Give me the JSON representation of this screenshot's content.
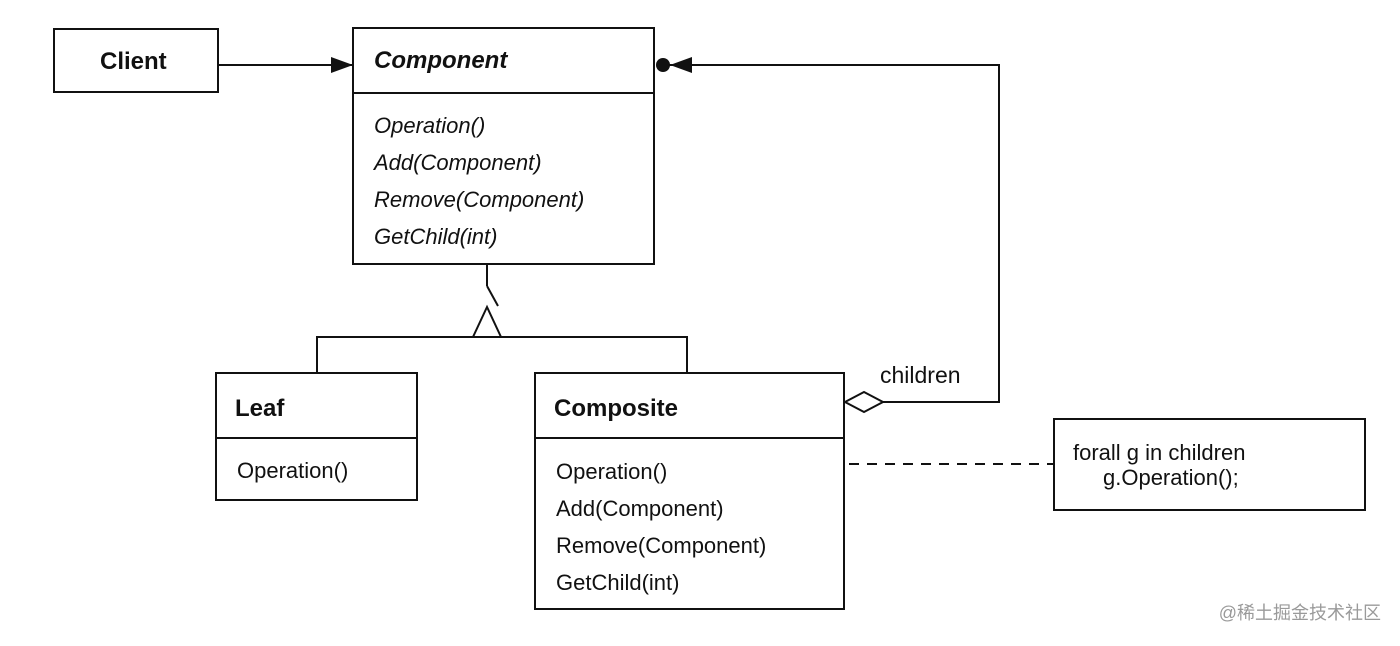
{
  "diagram": {
    "client": {
      "title": "Client"
    },
    "component": {
      "title": "Component",
      "operations": [
        "Operation()",
        "Add(Component)",
        "Remove(Component)",
        "GetChild(int)"
      ]
    },
    "leaf": {
      "title": "Leaf",
      "operations": [
        "Operation()"
      ]
    },
    "composite": {
      "title": "Composite",
      "operations": [
        "Operation()",
        "Add(Component)",
        "Remove(Component)",
        "GetChild(int)"
      ]
    },
    "children_label": "children",
    "note_lines": [
      "forall g in children",
      "g.Operation();"
    ]
  },
  "watermark": "@稀土掘金技术社区",
  "colors": {
    "line": "#111111",
    "background": "#ffffff",
    "watermark": "#9a9a9a"
  }
}
